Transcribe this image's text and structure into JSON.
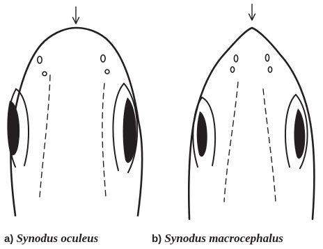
{
  "panels": [
    {
      "letter": "a)",
      "name": "Synodus oculeus"
    },
    {
      "letter": "b)",
      "name": "Synodus macrocephalus"
    }
  ],
  "colors": {
    "ink": "#231f20",
    "background": "#ffffff"
  }
}
